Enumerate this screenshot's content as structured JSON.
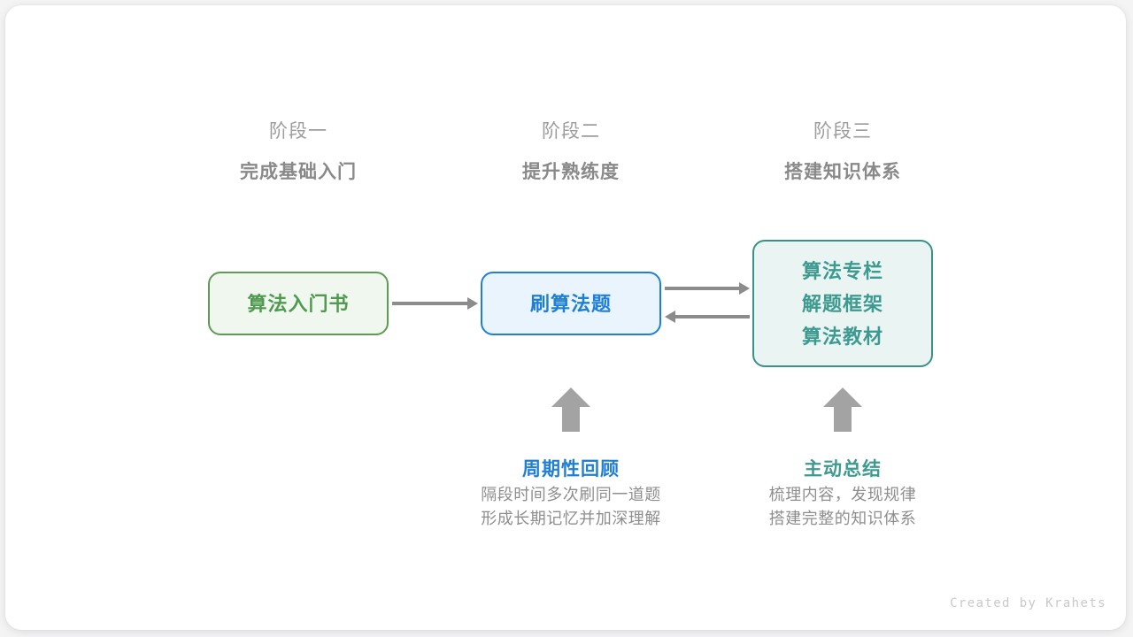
{
  "canvas": {
    "background_color": "#f4f4f5",
    "card_color": "#ffffff"
  },
  "stages": [
    {
      "index_label": "阶段一",
      "title": "完成基础入门"
    },
    {
      "index_label": "阶段二",
      "title": "提升熟练度"
    },
    {
      "index_label": "阶段三",
      "title": "搭建知识体系"
    }
  ],
  "nodes": [
    {
      "id": "intro-book",
      "lines": [
        "算法入门书"
      ],
      "color": "#4f9a4f",
      "border_color": "#5e9c54",
      "fill_color": "#eff7ef"
    },
    {
      "id": "practice",
      "lines": [
        "刷算法题"
      ],
      "color": "#1f7fd4",
      "border_color": "#1f7fd4",
      "fill_color": "#e9f4fd"
    },
    {
      "id": "resources",
      "lines": [
        "算法专栏",
        "解题框架",
        "算法教材"
      ],
      "color": "#3d9a90",
      "border_color": "#3a9188",
      "fill_color": "#eaf5f3"
    }
  ],
  "arrows": [
    {
      "id": "book-to-practice",
      "direction": "right",
      "icon": "arrow-right-icon"
    },
    {
      "id": "practice-to-resources",
      "direction": "right",
      "icon": "arrow-right-icon"
    },
    {
      "id": "resources-to-practice",
      "direction": "left",
      "icon": "arrow-left-icon"
    },
    {
      "id": "review-up",
      "direction": "up",
      "icon": "arrow-up-icon"
    },
    {
      "id": "summary-up",
      "direction": "up",
      "icon": "arrow-up-icon"
    }
  ],
  "notes": [
    {
      "id": "review",
      "title": "周期性回顾",
      "color": "#1f7fd4",
      "desc_lines": [
        "隔段时间多次刷同一道题",
        "形成长期记忆并加深理解"
      ]
    },
    {
      "id": "summary",
      "title": "主动总结",
      "color": "#3d9a90",
      "desc_lines": [
        "梳理内容，发现规律",
        "搭建完整的知识体系"
      ]
    }
  ],
  "credit": "Created by Krahets"
}
